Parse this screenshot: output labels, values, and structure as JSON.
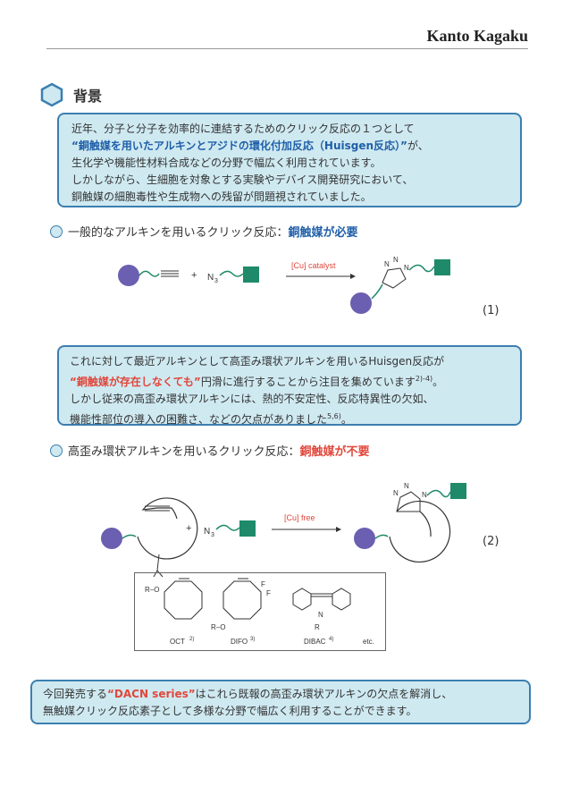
{
  "header": {
    "brand": "Kanto Kagaku"
  },
  "section": {
    "title": "背景"
  },
  "intro": {
    "line1": "近年、分子と分子を効率的に連結するためのクリック反応の１つとして",
    "highlight": "“銅触媒を用いたアルキンとアジドの環化付加反応（Huisgen反応）”",
    "line2_suffix": "が、",
    "line3": "生化学や機能性材料合成などの分野で幅広く利用されています。",
    "line4": "しかしながら、生細胞を対象とする実験やデバイス開発研究において、",
    "line5": "銅触媒の細胞毒性や生成物への残留が問題視されていました。"
  },
  "bullet1": {
    "label": "一般的なアルキンを用いるクリック反応：",
    "emphasis": "銅触媒が必要"
  },
  "reaction1": {
    "plus": "+",
    "azide": "N",
    "azide_sub": "3",
    "catalyst": "[Cu] catalyst",
    "triazole_n": "N",
    "number": "(1)"
  },
  "middle": {
    "line1": "これに対して最近アルキンとして高歪み環状アルキンを用いるHuisgen反応が",
    "highlight": "“銅触媒が存在しなくても”",
    "line2_suffix": "円滑に進行することから注目を集めています",
    "ref1": "2)-4)",
    "line2_end": "。",
    "line3": "しかし従来の高歪み環状アルキンには、熱的不安定性、反応特異性の欠如、",
    "line4": "機能性部位の導入の困難さ、などの欠点がありました",
    "ref2": "5,6)",
    "line4_end": "。"
  },
  "bullet2": {
    "label": "高歪み環状アルキンを用いるクリック反応：",
    "emphasis": "銅触媒が不要"
  },
  "reaction2": {
    "plus": "+",
    "azide": "N",
    "azide_sub": "3",
    "catalyst": "[Cu] free",
    "triazole_n": "N",
    "number": "(2)"
  },
  "structures": {
    "oct": "OCT",
    "oct_ref": "2)",
    "difo": "DIFO",
    "difo_ref": "3)",
    "dibac": "DIBAC",
    "dibac_ref": "4)",
    "etc": "etc.",
    "ro": "R–O",
    "f": "F",
    "r": "R",
    "n": "N"
  },
  "closing": {
    "line1_prefix": "今回発売する",
    "highlight": "“DACN series”",
    "line1_suffix": "はこれら既報の高歪み環状アルキンの欠点を解消し、",
    "line2": "無触媒クリック反応素子として多様な分野で幅広く利用することができます。"
  },
  "colors": {
    "accent_blue": "#3b7fb0",
    "box_fill": "#cfe9f1",
    "red": "#e0473b",
    "purple": "#6a5fb0",
    "green": "#1f8a6a"
  }
}
